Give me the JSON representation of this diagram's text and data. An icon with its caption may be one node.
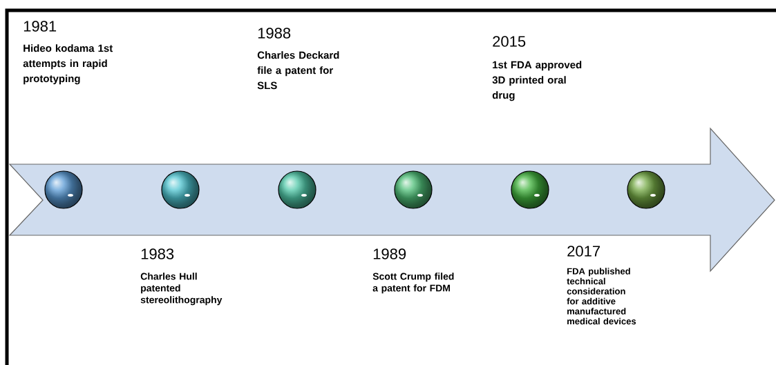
{
  "diagram": {
    "nodes": [
      {
        "text": [],
        "shape": "circle"
      },
      {
        "text": [],
        "shape": "circle"
      },
      {
        "text": [],
        "shape": "circle"
      },
      {
        "text": [],
        "shape": "circle"
      },
      {
        "text": [],
        "shape": "circle"
      },
      {
        "text": [],
        "shape": "circle"
      }
    ],
    "labels": [
      "1981",
      "Hideo kodama 1st attempts in rapid prototyping",
      "1988",
      "Charles Deckard file a patent for SLS",
      "2015",
      "1st FDA approved 3D printed oral drug",
      "1983",
      "Charles Hull patented stereolithography",
      "1989",
      "Scott Crump filed a patent for FDM",
      "2017",
      "FDA published technical consideration for additive manufactured medical devices"
    ]
  }
}
